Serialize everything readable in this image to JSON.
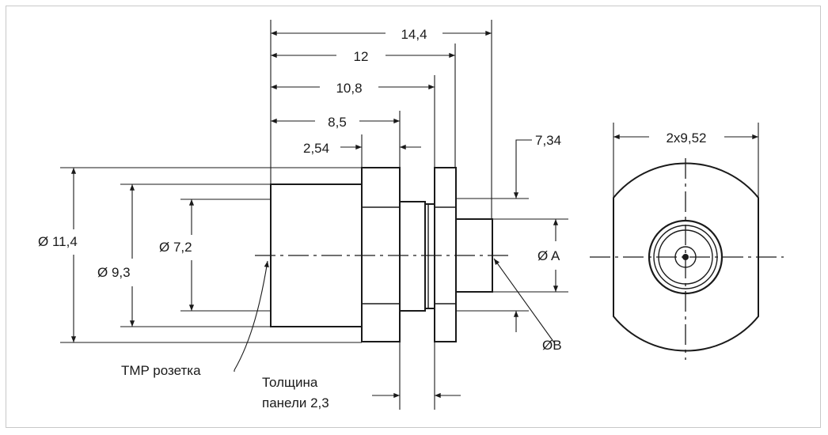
{
  "dimensions": {
    "total_length": "14,4",
    "length_12": "12",
    "length_10_8": "10,8",
    "length_8_5": "8,5",
    "length_2_54": "2,54",
    "length_7_34": "7,34",
    "dia_11_4": "Ø 11,4",
    "dia_9_3": "Ø 9,3",
    "dia_7_2": "Ø 7,2",
    "dia_A": "Ø A",
    "dia_B": "ØB",
    "width_front": "2x9,52"
  },
  "labels": {
    "tmp_socket": "TMP розетка",
    "panel_line1": "Толщина",
    "panel_line2": "панели 2,3"
  }
}
